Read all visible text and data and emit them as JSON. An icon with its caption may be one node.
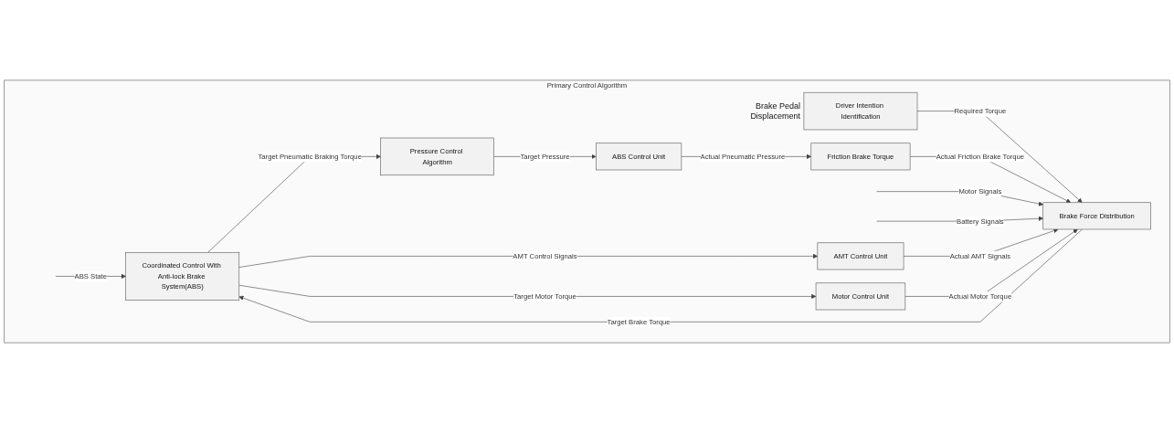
{
  "diagram": {
    "nodes": [
      {
        "text": [
          "Primary Control Algorithm"
        ]
      },
      {
        "text": [
          "Driver Intention Identification"
        ],
        "in": 0,
        "beside": [
          "Brake Pedal Displacement"
        ]
      },
      {
        "text": [
          "Brake Force Distribution"
        ],
        "in": 0
      },
      {
        "text": [
          "Friction Brake Torque"
        ],
        "in": 0
      },
      {
        "text": [
          "Coordinated Control With Anti-lock Brake System(ABS)"
        ],
        "in": 0
      },
      {
        "text": [
          "Pressure Control Algorithm"
        ],
        "in": 0
      },
      {
        "text": [
          "ABS Control Unit"
        ],
        "in": 0
      },
      {
        "text": [
          "Motor Control Unit"
        ],
        "in": 0
      },
      {
        "text": [
          "AMT Control Unit"
        ],
        "in": 0
      }
    ],
    "edges": [
      {
        "from": 1,
        "to": 2,
        "arrow": "to",
        "label": "Required Torque"
      },
      {
        "from": 2,
        "to": 4,
        "arrow": "to",
        "label": "Target Brake Torque"
      },
      {
        "from": 3,
        "to": 2,
        "arrow": "to",
        "label": "Actual Friction Brake Torque"
      },
      {
        "from": null,
        "to": 2,
        "arrow": "to",
        "label": "Motor Signals"
      },
      {
        "from": null,
        "to": 2,
        "arrow": "to",
        "label": "Battery Signals"
      },
      {
        "from": null,
        "to": 4,
        "arrow": "to",
        "label": "ABS State"
      },
      {
        "from": 4,
        "to": 5,
        "arrow": "to",
        "label": "Target Pneumatic Braking Torque"
      },
      {
        "from": 5,
        "to": 6,
        "arrow": "to",
        "label": "Target Pressure"
      },
      {
        "from": 4,
        "to": 7,
        "arrow": "to",
        "label": "Target Motor Torque"
      },
      {
        "from": 4,
        "to": 8,
        "arrow": "to",
        "label": "AMT Control Signals"
      },
      {
        "from": 8,
        "to": 2,
        "arrow": "to",
        "label": "Actual AMT Signals"
      },
      {
        "from": 7,
        "to": 2,
        "arrow": "to",
        "label": "Actual Motor Torque"
      },
      {
        "from": 6,
        "to": 3,
        "arrow": "to",
        "label": "Actual Pneumatic Pressure"
      }
    ]
  }
}
